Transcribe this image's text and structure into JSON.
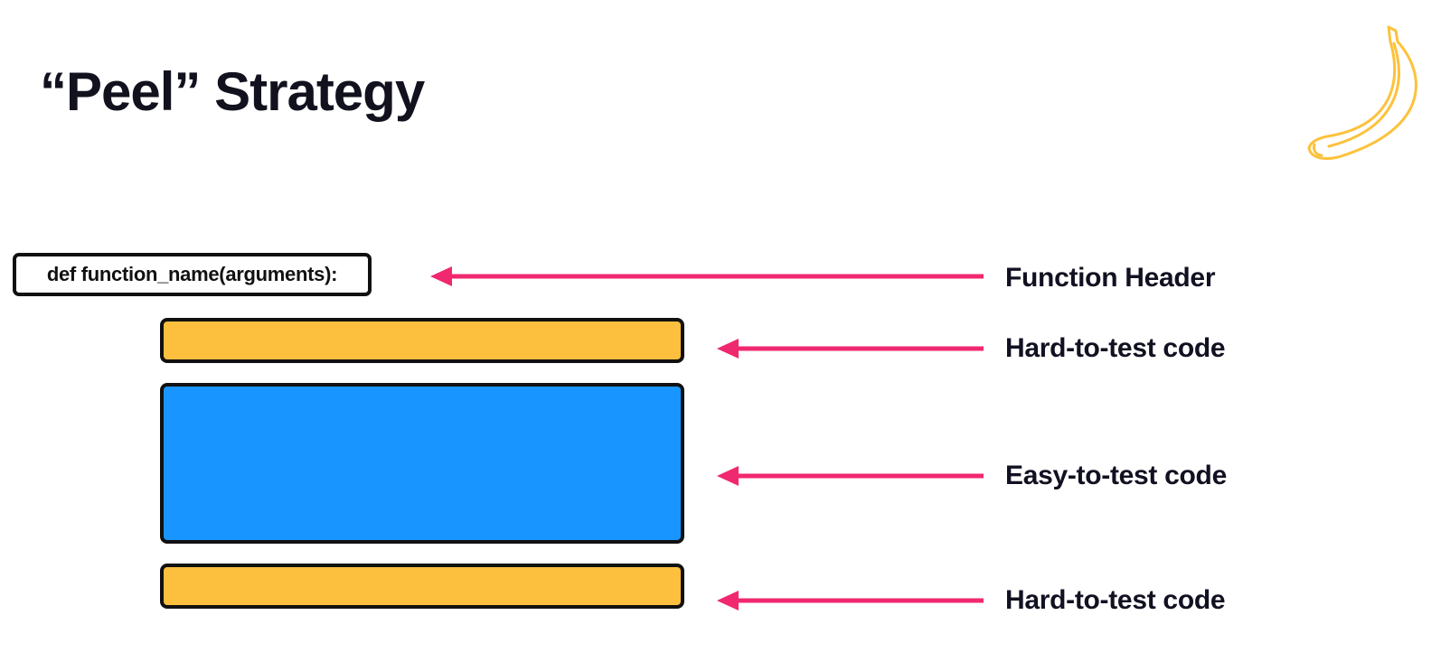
{
  "title": "“Peel” Strategy",
  "code_header": "def function_name(arguments):",
  "labels": {
    "function_header": "Function Header",
    "hard_top": "Hard-to-test code",
    "easy": "Easy-to-test code",
    "hard_bottom": "Hard-to-test code"
  },
  "colors": {
    "hard_block": "#fdbf3e",
    "easy_block": "#1995ff",
    "arrow": "#f0286f",
    "banana_outline": "#fcc23c"
  },
  "icons": {
    "banana": "banana-icon",
    "arrow": "arrow-left-icon"
  }
}
